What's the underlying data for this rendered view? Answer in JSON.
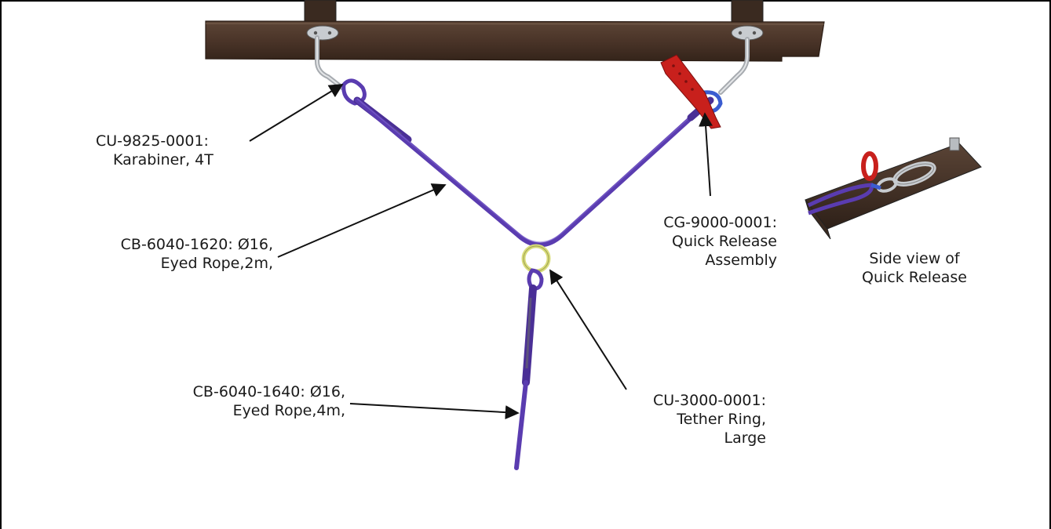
{
  "callouts": {
    "karabiner": {
      "line1": "CU-9825-0001:",
      "line2": "Karabiner, 4T"
    },
    "rope_2m": {
      "line1": "CB-6040-1620: Ø16,",
      "line2": "Eyed Rope,2m,"
    },
    "rope_4m": {
      "line1": "CB-6040-1640: Ø16,",
      "line2": "Eyed Rope,4m,"
    },
    "tether_ring": {
      "line1": "CU-3000-0001:",
      "line2": "Tether Ring,",
      "line3": "Large"
    },
    "quick_release": {
      "line1": "CG-9000-0001:",
      "line2": "Quick Release",
      "line3": "Assembly"
    },
    "side_view": {
      "line1": "Side view of",
      "line2": "Quick Release"
    }
  },
  "colors": {
    "beam": "#4a3428",
    "rope": "#5a3cb0",
    "ring": "#d8dc7a",
    "quick_release": "#c8201c",
    "steel": "#b8bcc0",
    "arrow": "#111111"
  }
}
